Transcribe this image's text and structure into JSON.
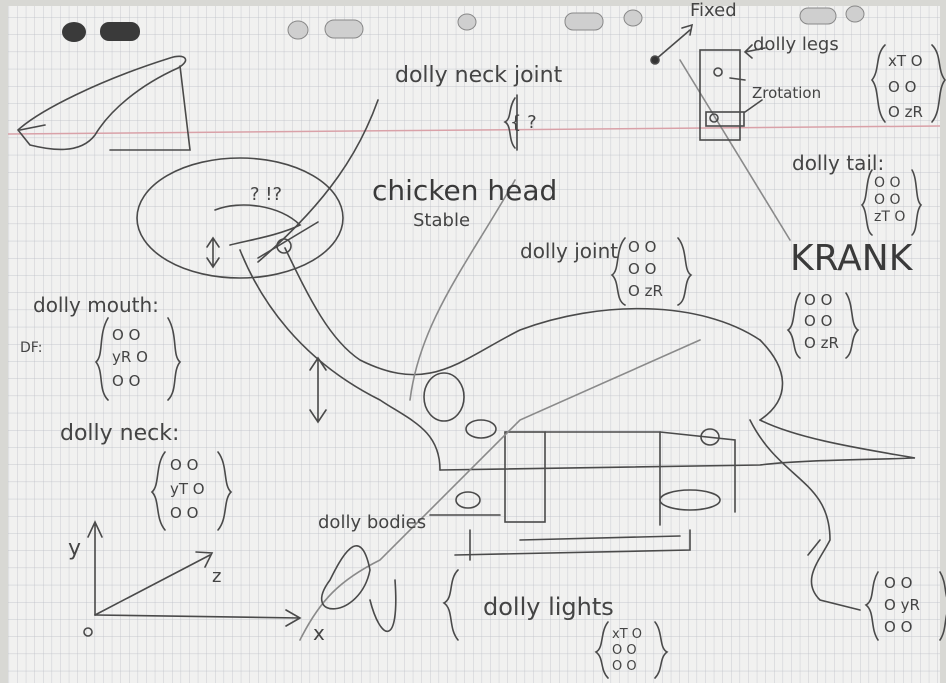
{
  "labels": {
    "fixed": "Fixed",
    "dolly_legs": "dolly legs",
    "z_rotation": "Zrotation",
    "dolly_neck_joint": "dolly neck joint",
    "neck_joint_braces": "{ ?",
    "chicken_head": "chicken head",
    "stable": "Stable",
    "question_marks": "? !?",
    "dolly_tail": "dolly tail:",
    "dolly_joint": "dolly joint",
    "krank": "KRANK",
    "dolly_mouth": "dolly mouth:",
    "df": "DF:",
    "dolly_neck": "dolly neck:",
    "dolly_bodies": "dolly bodies",
    "dolly_lights": "dolly lights",
    "axis_y": "y",
    "axis_z": "z",
    "axis_x": "x"
  },
  "matrices": {
    "legs": [
      "xT O",
      "O  O",
      "O zR"
    ],
    "tail": [
      "O O",
      "O O",
      "zT O"
    ],
    "joint": [
      "O O",
      "O O",
      "O zR"
    ],
    "krank": [
      "O O",
      "O O",
      "O zR"
    ],
    "mouth": [
      "O  O",
      "yR O",
      "O  O"
    ],
    "neck": [
      "O O",
      "yT O",
      "O  O"
    ],
    "lights": [
      "xT O",
      "O  O",
      "O  O"
    ],
    "bottom_right": [
      "O  O",
      "O yR",
      "O  O"
    ]
  }
}
